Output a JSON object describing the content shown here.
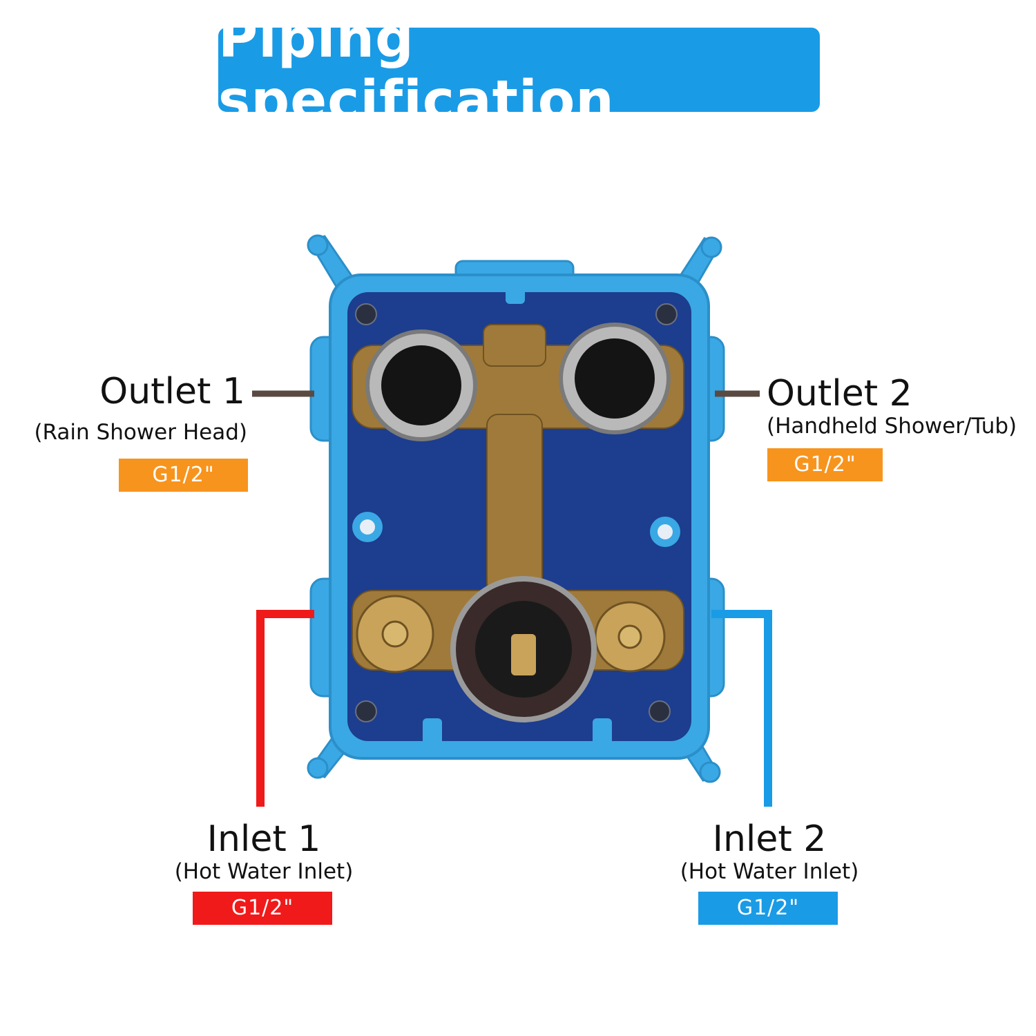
{
  "title": "Piping specification",
  "colors": {
    "title_bg": "#1a9be6",
    "box_blue": "#3aa8e4",
    "box_inner": "#1d3d8e",
    "brass": "#a07a3a",
    "outlet_badge": "#f7941d",
    "inlet_hot": "#f01a1a",
    "inlet_cold": "#1a9be6",
    "leader_line": "#5a4a42"
  },
  "outlet1": {
    "name": "Outlet 1",
    "desc": "(Rain Shower Head)",
    "size": "G1/2\""
  },
  "outlet2": {
    "name": "Outlet 2",
    "desc": "(Handheld Shower/Tub)",
    "size": "G1/2\""
  },
  "inlet1": {
    "name": "Inlet 1",
    "desc": "(Hot Water Inlet)",
    "size": "G1/2\""
  },
  "inlet2": {
    "name": "Inlet 2",
    "desc": "(Hot Water Inlet)",
    "size": "G1/2\""
  }
}
